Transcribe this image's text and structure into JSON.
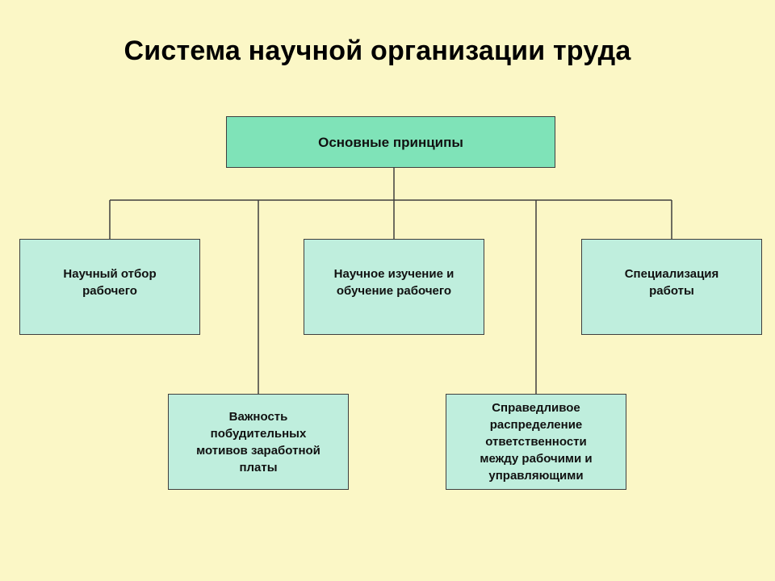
{
  "title": "Система научной организации труда",
  "root": {
    "label": "Основные принципы"
  },
  "principles": [
    {
      "label": "Научный отбор\nрабочего"
    },
    {
      "label": "Научное изучение и\nобучение рабочего"
    },
    {
      "label": "Специализация\nработы"
    },
    {
      "label": "Важность\nпобудительных\nмотивов заработной\nплаты"
    },
    {
      "label": "Справедливое\nраспределение\nответственности\nмежду рабочими и\nуправляющими"
    }
  ],
  "colors": {
    "background": "#fbf7c6",
    "root_fill": "#7fe3b8",
    "box_fill": "#bfeedd",
    "line": "#3f3f3f"
  }
}
